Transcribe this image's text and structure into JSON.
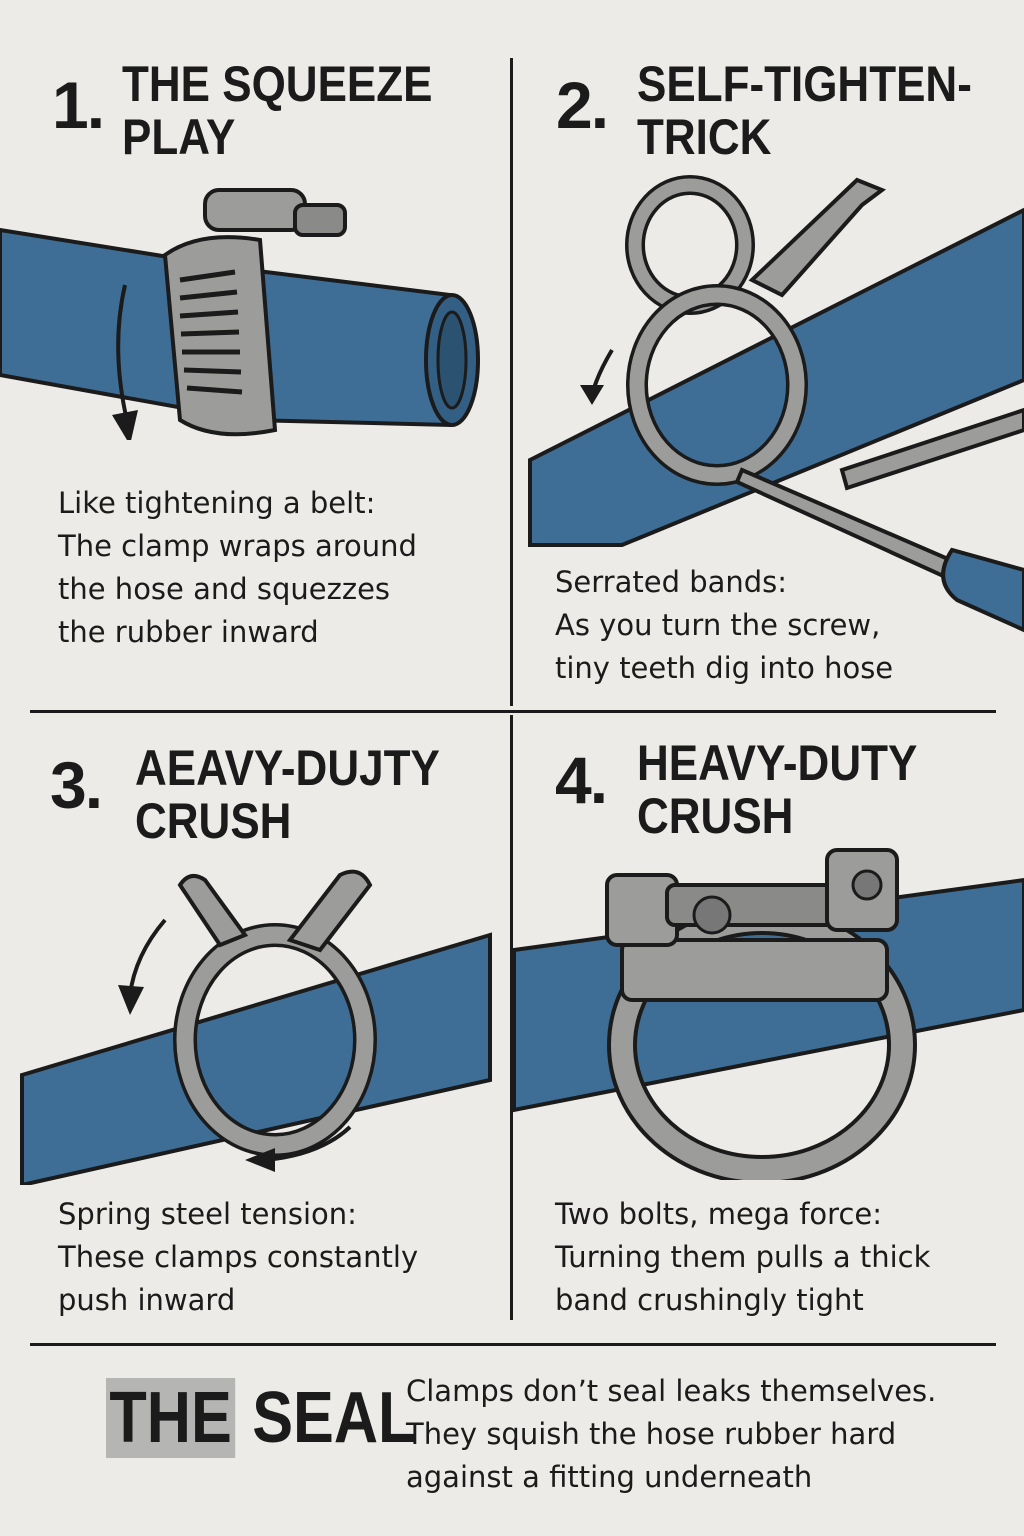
{
  "panels": [
    {
      "number": "1.",
      "title": [
        "THE SQUEEZE",
        "PLAY"
      ],
      "body": [
        "Like tightening a belt:",
        "The clamp wraps around",
        "the hose and squezzes",
        "the rubber inward"
      ]
    },
    {
      "number": "2.",
      "title": [
        "SELF-TIGHTEN-",
        "TRICK"
      ],
      "body": [
        "Serrated bands:",
        "As you turn the screw,",
        "tiny teeth dig into hose"
      ]
    },
    {
      "number": "3.",
      "title": [
        "AEAVY-DUJTY",
        "CRUSH"
      ],
      "body": [
        "Spring steel tension:",
        "These clamps constantly",
        "push inward"
      ]
    },
    {
      "number": "4.",
      "title": [
        "HEAVY-DUTY",
        "CRUSH"
      ],
      "body": [
        "Two bolts, mega force:",
        "Turning them pulls a thick",
        "band crushingly tight"
      ]
    }
  ],
  "seal": {
    "title_a": "THE",
    "title_b": "SEAL",
    "body": [
      "Clamps don’t seal leaks themselves.",
      "They squish the hose rubber hard",
      "against a fitting underneath"
    ]
  },
  "colors": {
    "hose": "#3e6e96",
    "clamp": "#9c9c9a",
    "ink": "#1b1b1b",
    "background": "#ecebe8"
  }
}
